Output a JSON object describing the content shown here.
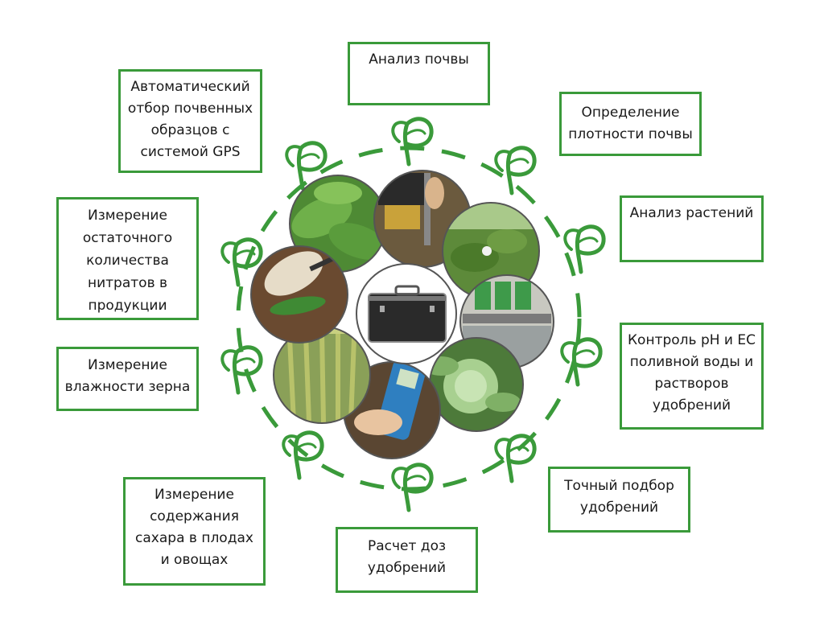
{
  "accent_color": "#3a9a3a",
  "center_icon": "equipment-case-icon",
  "boxes": {
    "soil_analysis": [
      "Анализ почвы"
    ],
    "soil_density": [
      "Определение",
      "плотности почвы"
    ],
    "plant_analysis": [
      "Анализ растений"
    ],
    "ph_ec": [
      "Контроль pH и EC",
      "поливной воды и",
      "растворов",
      "удобрений"
    ],
    "fertilizer_selection": [
      "Точный подбор",
      "удобрений"
    ],
    "dose_calc": [
      "Расчет доз",
      "удобрений"
    ],
    "sugar": [
      "Измерение",
      "содержания",
      "сахара в плодах",
      "и овощах"
    ],
    "grain_moisture": [
      "Измерение",
      "влажности зерна"
    ],
    "nitrates": [
      "Измерение",
      "остаточного",
      "количества",
      "нитратов в",
      "продукции"
    ],
    "gps_sampling": [
      "Автоматический",
      "отбор почвенных",
      "образцов с",
      "системой GPS"
    ]
  },
  "photos": [
    {
      "name": "photo-tobacco-leaves",
      "icon": "leaf-icon"
    },
    {
      "name": "photo-soil-probe",
      "icon": "probe-icon"
    },
    {
      "name": "photo-cotton-plant",
      "icon": "plant-icon"
    },
    {
      "name": "photo-irrigation-tanks",
      "icon": "tank-icon"
    },
    {
      "name": "photo-cabbage",
      "icon": "cabbage-icon"
    },
    {
      "name": "photo-handheld-meter",
      "icon": "meter-icon"
    },
    {
      "name": "photo-wheat",
      "icon": "wheat-icon"
    },
    {
      "name": "photo-leaf-testing",
      "icon": "leaf-test-icon"
    }
  ]
}
